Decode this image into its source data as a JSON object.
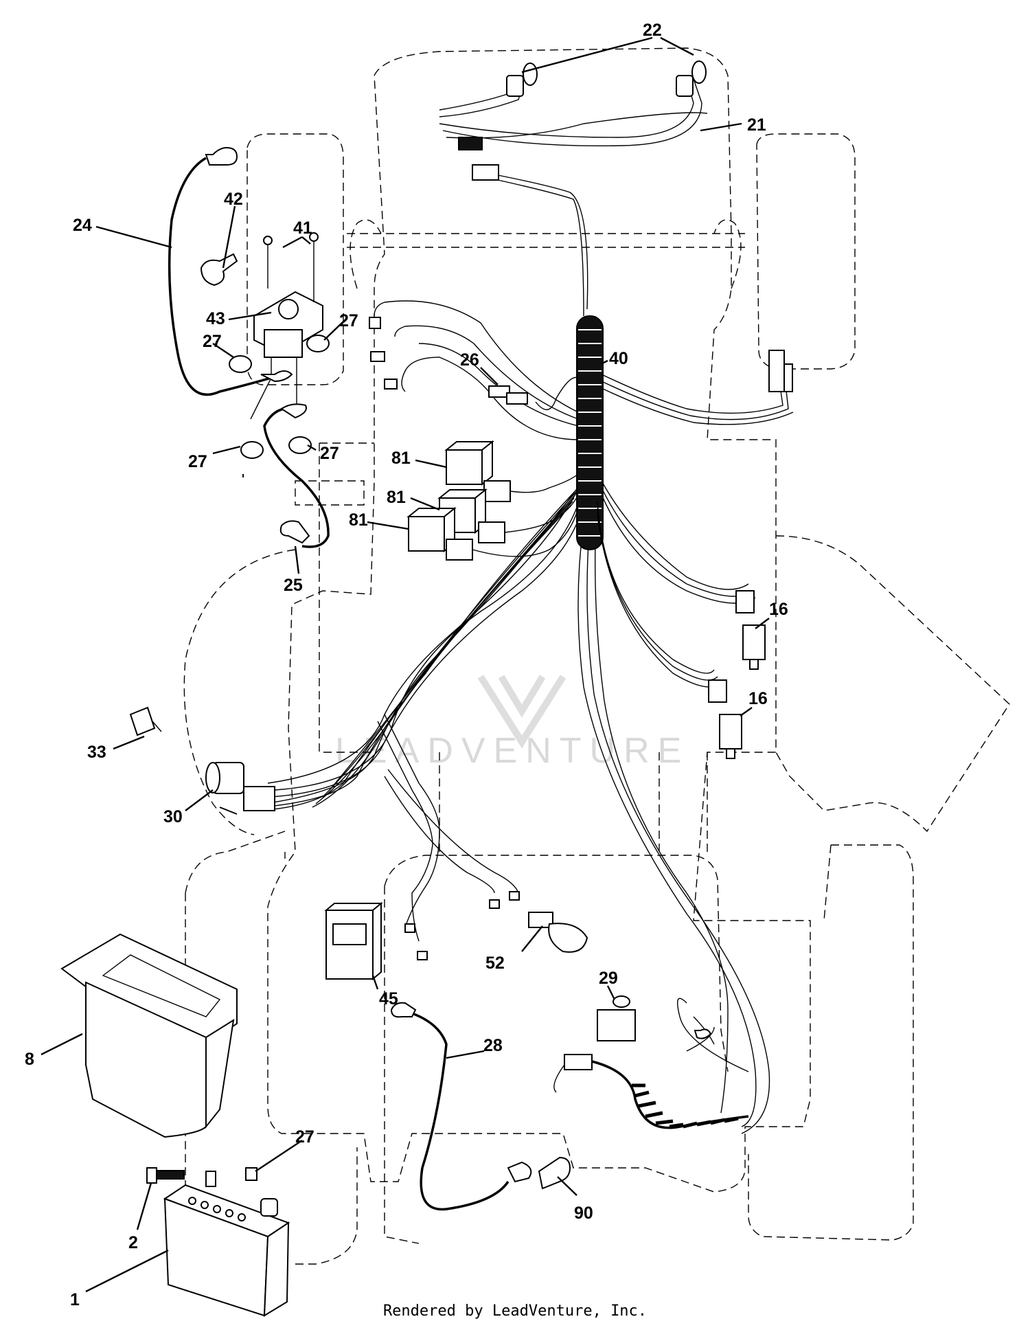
{
  "diagram": {
    "callouts": {
      "c1": "1",
      "c2": "2",
      "c8": "8",
      "c16a": "16",
      "c16b": "16",
      "c21": "21",
      "c22": "22",
      "c24": "24",
      "c25": "25",
      "c26": "26",
      "c27a": "27",
      "c27b": "27",
      "c27c": "27",
      "c27d": "27",
      "c27e": "27",
      "c28": "28",
      "c29": "29",
      "c30": "30",
      "c33": "33",
      "c40": "40",
      "c41": "41",
      "c42": "42",
      "c43": "43",
      "c45": "45",
      "c52": "52",
      "c81a": "81",
      "c81b": "81",
      "c81c": "81",
      "c90": "90"
    },
    "watermark": "LEADVENTURE",
    "footer": "Rendered by LeadVenture, Inc."
  }
}
